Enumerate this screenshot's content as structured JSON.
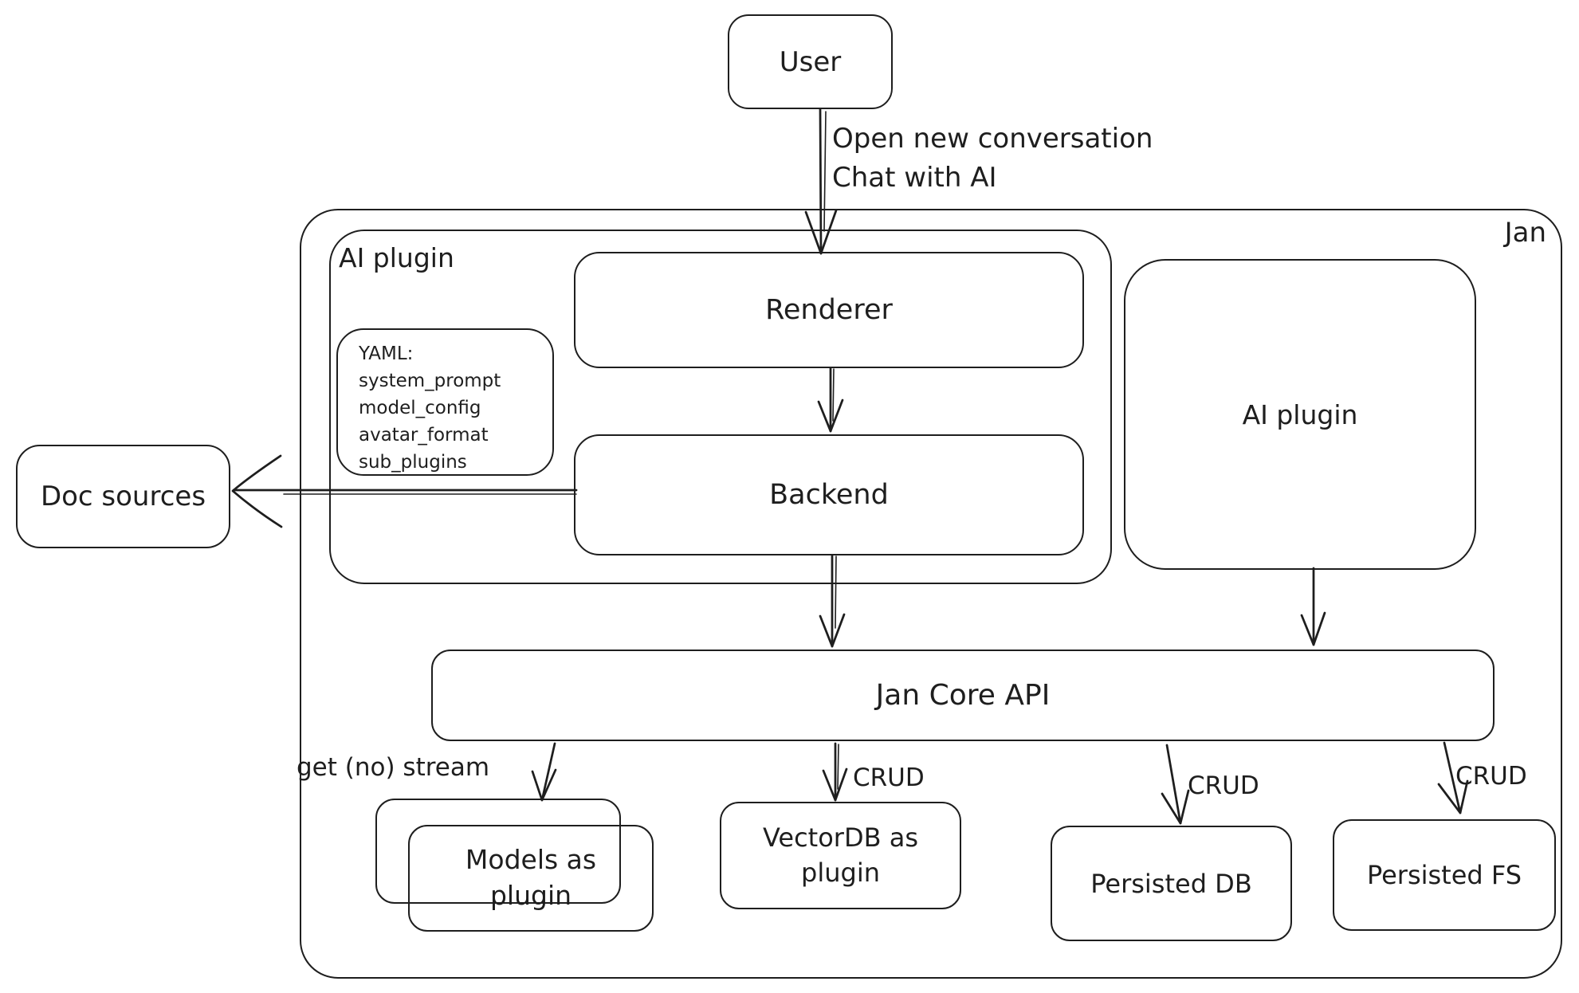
{
  "colors": {
    "stroke": "#1e1e1e",
    "background": "#ffffff"
  },
  "container": {
    "label": "Jan"
  },
  "nodes": {
    "user": {
      "label": "User"
    },
    "ai_plugin_group": {
      "label": "AI plugin"
    },
    "renderer": {
      "label": "Renderer"
    },
    "backend": {
      "label": "Backend"
    },
    "yaml_note": {
      "lines": [
        "YAML:",
        "system_prompt",
        "model_config",
        "avatar_format",
        "sub_plugins"
      ]
    },
    "doc_sources": {
      "label": "Doc sources"
    },
    "ai_plugin_right": {
      "label": "AI plugin"
    },
    "jan_core_api": {
      "label": "Jan Core API"
    },
    "models_as_plugin": {
      "label": "Models as plugin"
    },
    "vectordb_as_plugin": {
      "label": "VectorDB as plugin"
    },
    "persisted_db": {
      "label": "Persisted DB"
    },
    "persisted_fs": {
      "label": "Persisted FS"
    }
  },
  "edge_labels": {
    "user_flow_line1": "Open new conversation",
    "user_flow_line2": "Chat with AI",
    "get_no_stream": "get (no) stream",
    "crud_vectordb": "CRUD",
    "crud_persisted_db": "CRUD",
    "crud_persisted_fs": "CRUD"
  }
}
